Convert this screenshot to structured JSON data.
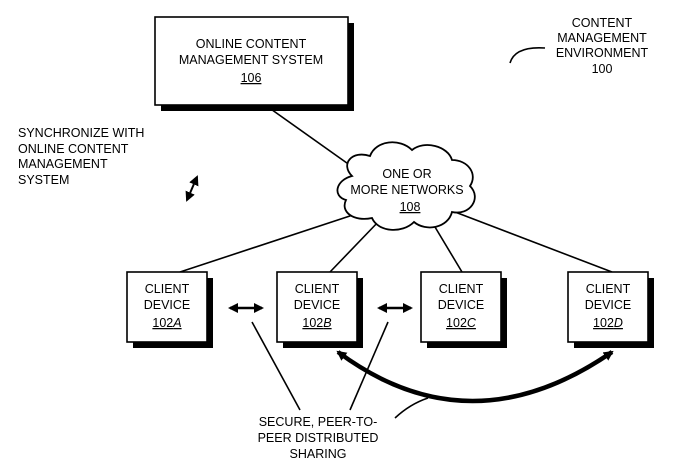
{
  "environment": {
    "lines": [
      "CONTENT",
      "MANAGEMENT",
      "ENVIRONMENT",
      "100"
    ]
  },
  "cms": {
    "lines": [
      "ONLINE CONTENT",
      "MANAGEMENT SYSTEM"
    ],
    "ref": "106"
  },
  "sync_note": {
    "lines": [
      "SYNCHRONIZE WITH",
      "ONLINE CONTENT",
      "MANAGEMENT",
      "SYSTEM"
    ]
  },
  "network": {
    "lines": [
      "ONE OR",
      "MORE NETWORKS"
    ],
    "ref": "108"
  },
  "clients": [
    {
      "line1": "CLIENT",
      "line2": "DEVICE",
      "ref_num": "102",
      "ref_letter": "A"
    },
    {
      "line1": "CLIENT",
      "line2": "DEVICE",
      "ref_num": "102",
      "ref_letter": "B"
    },
    {
      "line1": "CLIENT",
      "line2": "DEVICE",
      "ref_num": "102",
      "ref_letter": "C"
    },
    {
      "line1": "CLIENT",
      "line2": "DEVICE",
      "ref_num": "102",
      "ref_letter": "D"
    }
  ],
  "sharing": {
    "lines": [
      "SECURE, PEER-TO-",
      "PEER DISTRIBUTED",
      "SHARING"
    ]
  }
}
